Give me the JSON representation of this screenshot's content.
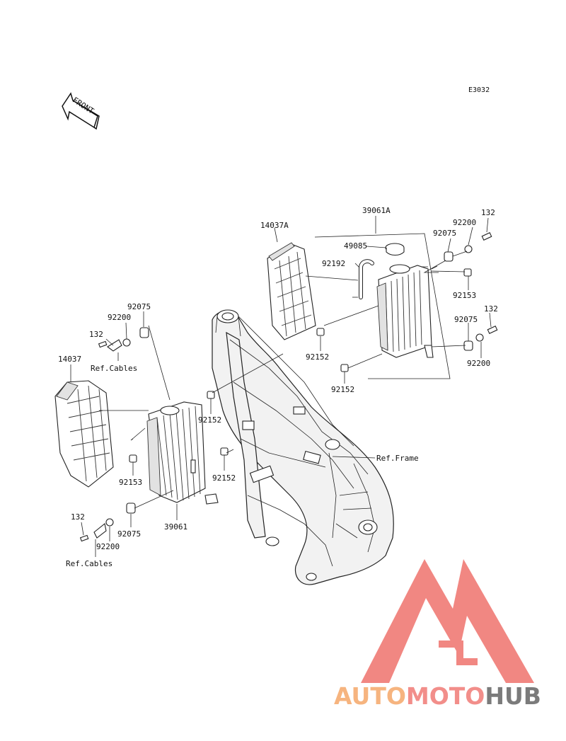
{
  "diagram_code": "E3032",
  "front_label": "FRONT",
  "callouts": [
    {
      "id": "c-39061A",
      "text": "39061A"
    },
    {
      "id": "c-132-top",
      "text": "132"
    },
    {
      "id": "c-92200-top",
      "text": "92200"
    },
    {
      "id": "c-14037A",
      "text": "14037A"
    },
    {
      "id": "c-92075-top",
      "text": "92075"
    },
    {
      "id": "c-49085",
      "text": "49085"
    },
    {
      "id": "c-92192",
      "text": "92192"
    },
    {
      "id": "c-92153-right",
      "text": "92153"
    },
    {
      "id": "c-132-right",
      "text": "132"
    },
    {
      "id": "c-92075-right",
      "text": "92075"
    },
    {
      "id": "c-92200-right",
      "text": "92200"
    },
    {
      "id": "c-92152-a",
      "text": "92152"
    },
    {
      "id": "c-92152-b",
      "text": "92152"
    },
    {
      "id": "c-92075-left",
      "text": "92075"
    },
    {
      "id": "c-92200-left",
      "text": "92200"
    },
    {
      "id": "c-132-left",
      "text": "132"
    },
    {
      "id": "c-refcables-1",
      "text": "Ref.Cables"
    },
    {
      "id": "c-14037",
      "text": "14037"
    },
    {
      "id": "c-92152-c",
      "text": "92152"
    },
    {
      "id": "c-refframe",
      "text": "Ref.Frame"
    },
    {
      "id": "c-92153-left",
      "text": "92153"
    },
    {
      "id": "c-92152-d",
      "text": "92152"
    },
    {
      "id": "c-39061",
      "text": "39061"
    },
    {
      "id": "c-132-bottom",
      "text": "132"
    },
    {
      "id": "c-92075-bottom",
      "text": "92075"
    },
    {
      "id": "c-92200-bottom",
      "text": "92200"
    },
    {
      "id": "c-refcables-2",
      "text": "Ref.Cables"
    }
  ],
  "watermark": {
    "part1": "AUTO",
    "part2": "MOTO",
    "part3": "HUB",
    "color1": "#f6b47f",
    "color2": "#f28e8a",
    "color3": "#7b7b7b",
    "logo_color": "#f07d78"
  }
}
